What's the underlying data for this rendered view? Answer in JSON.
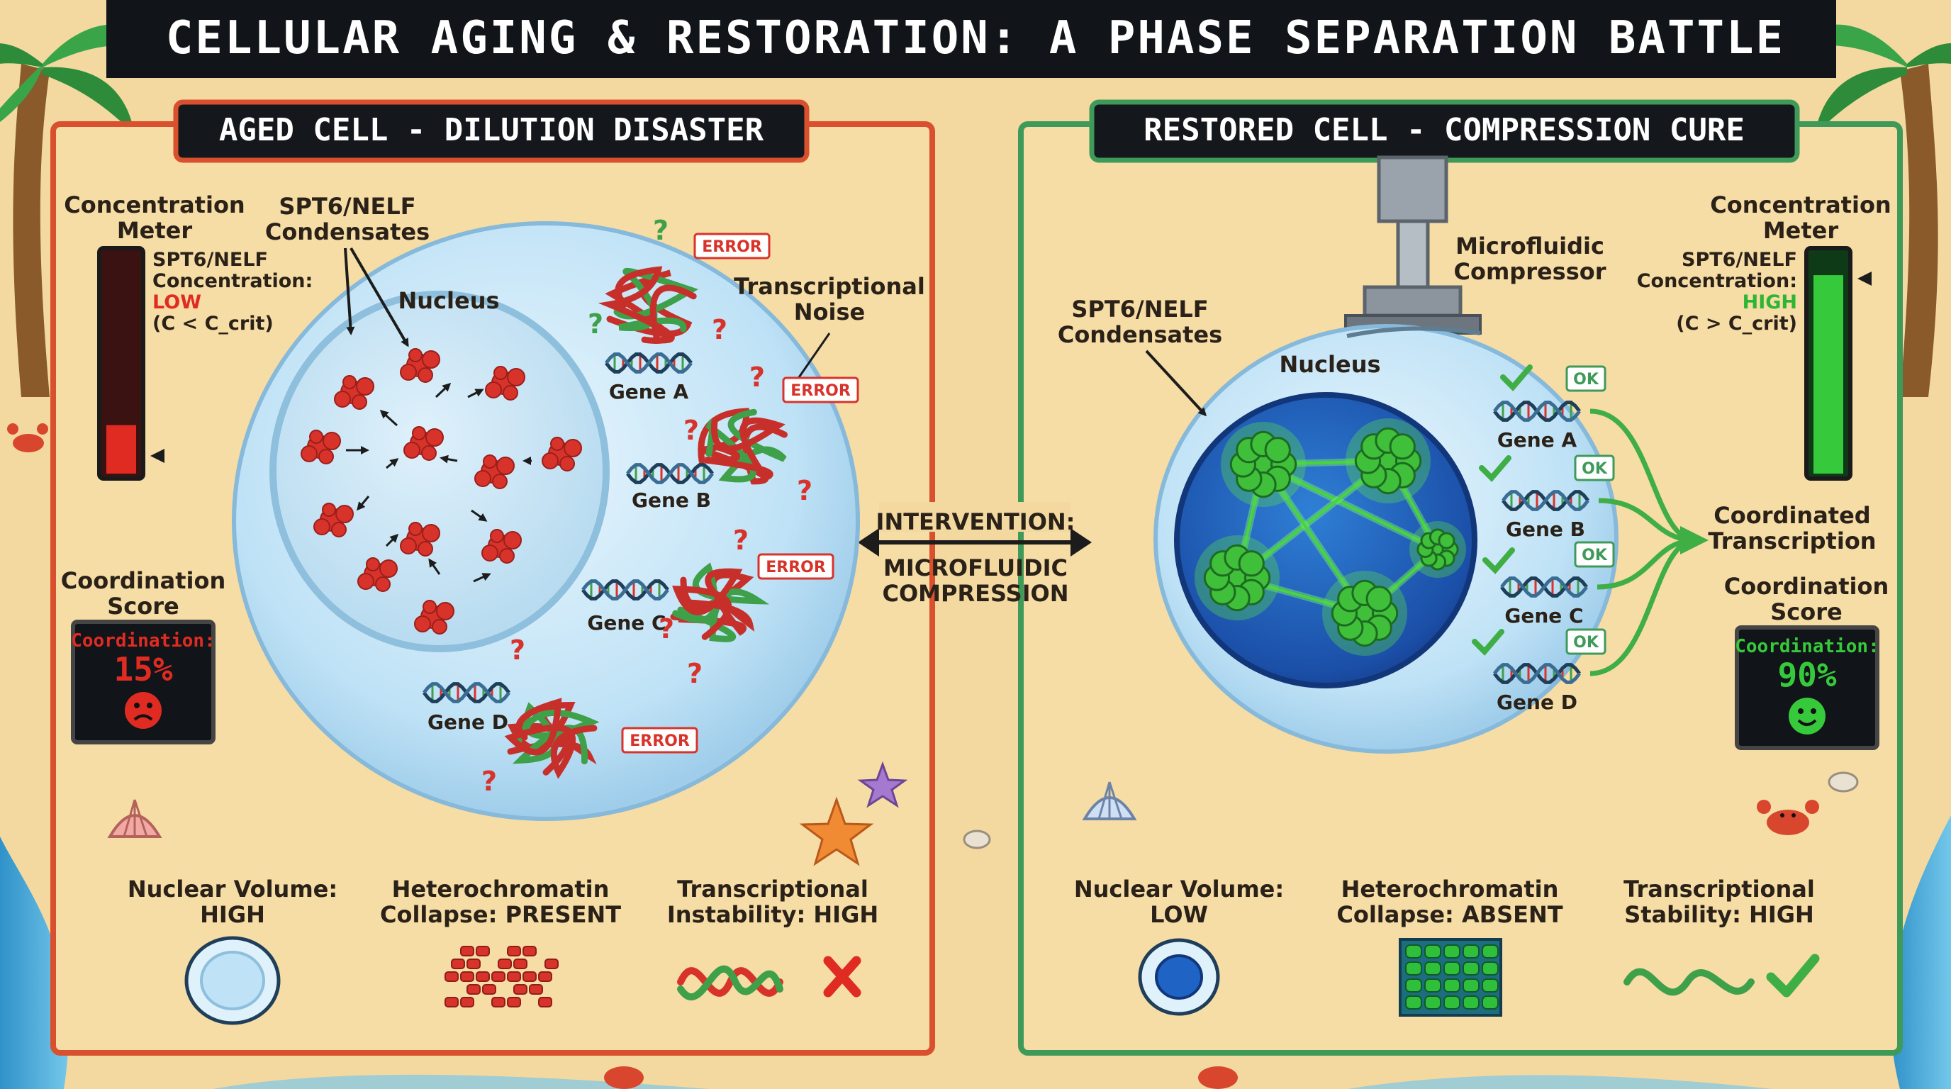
{
  "title": "CELLULAR AGING & RESTORATION: A PHASE SEPARATION BATTLE",
  "intervention": {
    "line1": "INTERVENTION:",
    "line2": "MICROFLUIDIC",
    "line3": "COMPRESSION"
  },
  "aged": {
    "header": "AGED CELL - DILUTION DISASTER",
    "meter_title": [
      "Concentration",
      "Meter"
    ],
    "meter_lines": [
      "SPT6/NELF",
      "Concentration:",
      "LOW",
      "(C < C_crit)"
    ],
    "meter_level": 0.22,
    "condensates_label": [
      "SPT6/NELF",
      "Condensates"
    ],
    "nucleus_label": "Nucleus",
    "noise_label": [
      "Transcriptional",
      "Noise"
    ],
    "error_tag": "ERROR",
    "question_mark": "?",
    "genes": [
      "Gene A",
      "Gene B",
      "Gene C",
      "Gene D"
    ],
    "coordination_title": [
      "Coordination",
      "Score"
    ],
    "coordination_label": "Coordination:",
    "coordination_value": "15%",
    "coordination_fraction": 0.15,
    "stats": [
      [
        "Nuclear Volume:",
        "HIGH"
      ],
      [
        "Heterochromatin",
        "Collapse: PRESENT"
      ],
      [
        "Transcriptional",
        "Instability: HIGH"
      ]
    ]
  },
  "restored": {
    "header": "RESTORED CELL - COMPRESSION CURE",
    "compressor_label": [
      "Microfluidic",
      "Compressor"
    ],
    "meter_title": [
      "Concentration",
      "Meter"
    ],
    "meter_lines": [
      "SPT6/NELF",
      "Concentration:",
      "HIGH",
      "(C > C_crit)"
    ],
    "meter_level": 0.9,
    "condensates_label": [
      "SPT6/NELF",
      "Condensates"
    ],
    "nucleus_label": "Nucleus",
    "ok_tag": "OK",
    "genes": [
      "Gene A",
      "Gene B",
      "Gene C",
      "Gene D"
    ],
    "coordinated_label": [
      "Coordinated",
      "Transcription"
    ],
    "coordination_title": [
      "Coordination",
      "Score"
    ],
    "coordination_label": "Coordination:",
    "coordination_value": "90%",
    "coordination_fraction": 0.9,
    "stats": [
      [
        "Nuclear Volume:",
        "LOW"
      ],
      [
        "Heterochromatin",
        "Collapse: ABSENT"
      ],
      [
        "Transcriptional",
        "Stability: HIGH"
      ]
    ]
  },
  "colors": {
    "sand": "#f3d9a0",
    "aged_frame": "#d9502e",
    "restored_frame": "#3f9a5a",
    "low_red": "#e02b22",
    "high_green": "#36c93b",
    "condensate_red": "#d8332b",
    "condensate_green": "#3fbf3a",
    "nucleus_blue": "#1f63c4",
    "ocean": "#3aa6d6"
  }
}
